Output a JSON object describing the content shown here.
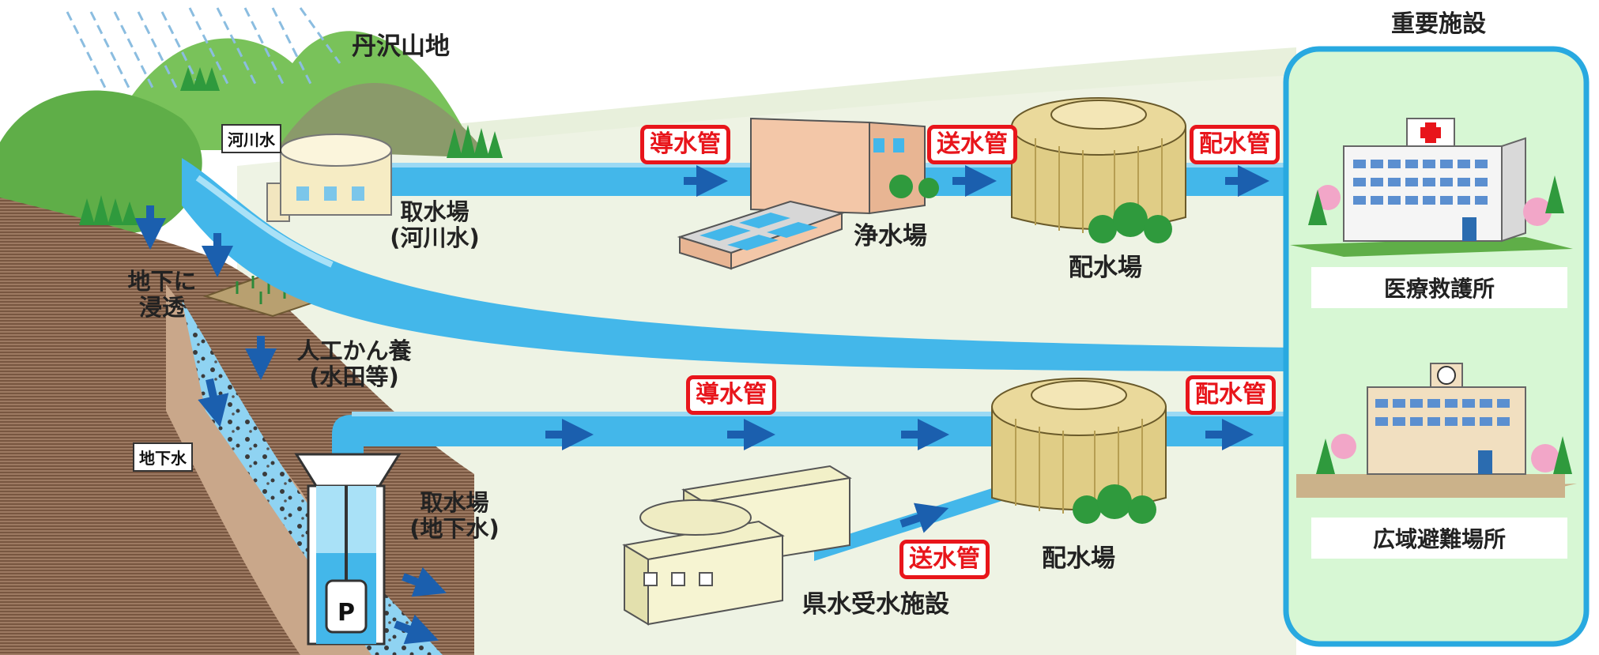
{
  "labels": {
    "mountain": "丹沢山地",
    "river_water_tag": "河川水",
    "intake_river": [
      "取水場",
      "(河川水)"
    ],
    "infiltration": [
      "地下に",
      "浸透"
    ],
    "recharge": [
      "人工かん養",
      "(水田等)"
    ],
    "groundwater_tag": "地下水",
    "intake_ground": [
      "取水場",
      "(地下水)"
    ],
    "purification": "浄水場",
    "distribution_upper": "配水場",
    "distribution_lower": "配水場",
    "pref_receiving": "県水受水施設",
    "pump": "P"
  },
  "pipes": {
    "upper_conveyance": "導水管",
    "upper_transmission": "送水管",
    "upper_distribution": "配水管",
    "lower_conveyance": "導水管",
    "lower_distribution": "配水管",
    "lower_transmission": "送水管"
  },
  "facilities": {
    "title": "重要施設",
    "medical": "医療救護所",
    "evacuation": "広域避難場所"
  },
  "colors": {
    "water": "#43b7ea",
    "water_light": "#a9e1f7",
    "arrow": "#1b5fae",
    "pipe_label_red": "#e8151b",
    "panel_border": "#28a9e0",
    "panel_fill": "#d7f7d4"
  }
}
